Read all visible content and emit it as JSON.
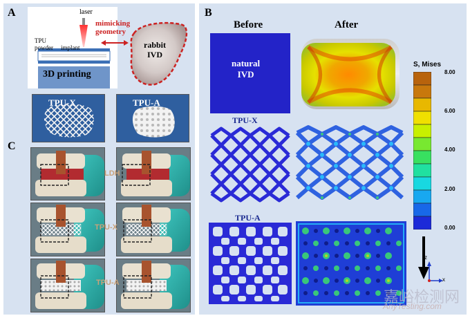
{
  "panels": {
    "a": "A",
    "b": "B",
    "c": "C"
  },
  "panel_a": {
    "laser": "laser",
    "tpu_powder": "TPU\npowder",
    "implant": "implant",
    "printing": "3D printing",
    "mimicking": "mimicking\ngeometry",
    "rabbit": "rabbit\nIVD",
    "tpu_x": "TPU-X",
    "tpu_a": "TPU-A"
  },
  "panel_b": {
    "before": "Before",
    "after": "After",
    "natural": "natural\nIVD",
    "tpu_x": "TPU-X",
    "tpu_a": "TPU-A",
    "legend_title": "S, Mises",
    "legend_ticks": [
      "8.00",
      "6.00",
      "4.00",
      "2.00",
      "0.00"
    ],
    "axis_z": "z",
    "axis_x": "x"
  },
  "panel_c": {
    "ldh": "LDH",
    "tpu_x": "TPU-X",
    "tpu_a": "TPU-A"
  },
  "colors": {
    "panel_bg": "#d7e2f1",
    "ivd_blue": "#2323c8",
    "lattice_blue": "#2a2ad6",
    "red_dash": "#cc2222",
    "arrow_tan": "#c9a27a"
  },
  "watermark": {
    "cn": "嘉峪检测网",
    "en": "AnyTesting.com"
  }
}
